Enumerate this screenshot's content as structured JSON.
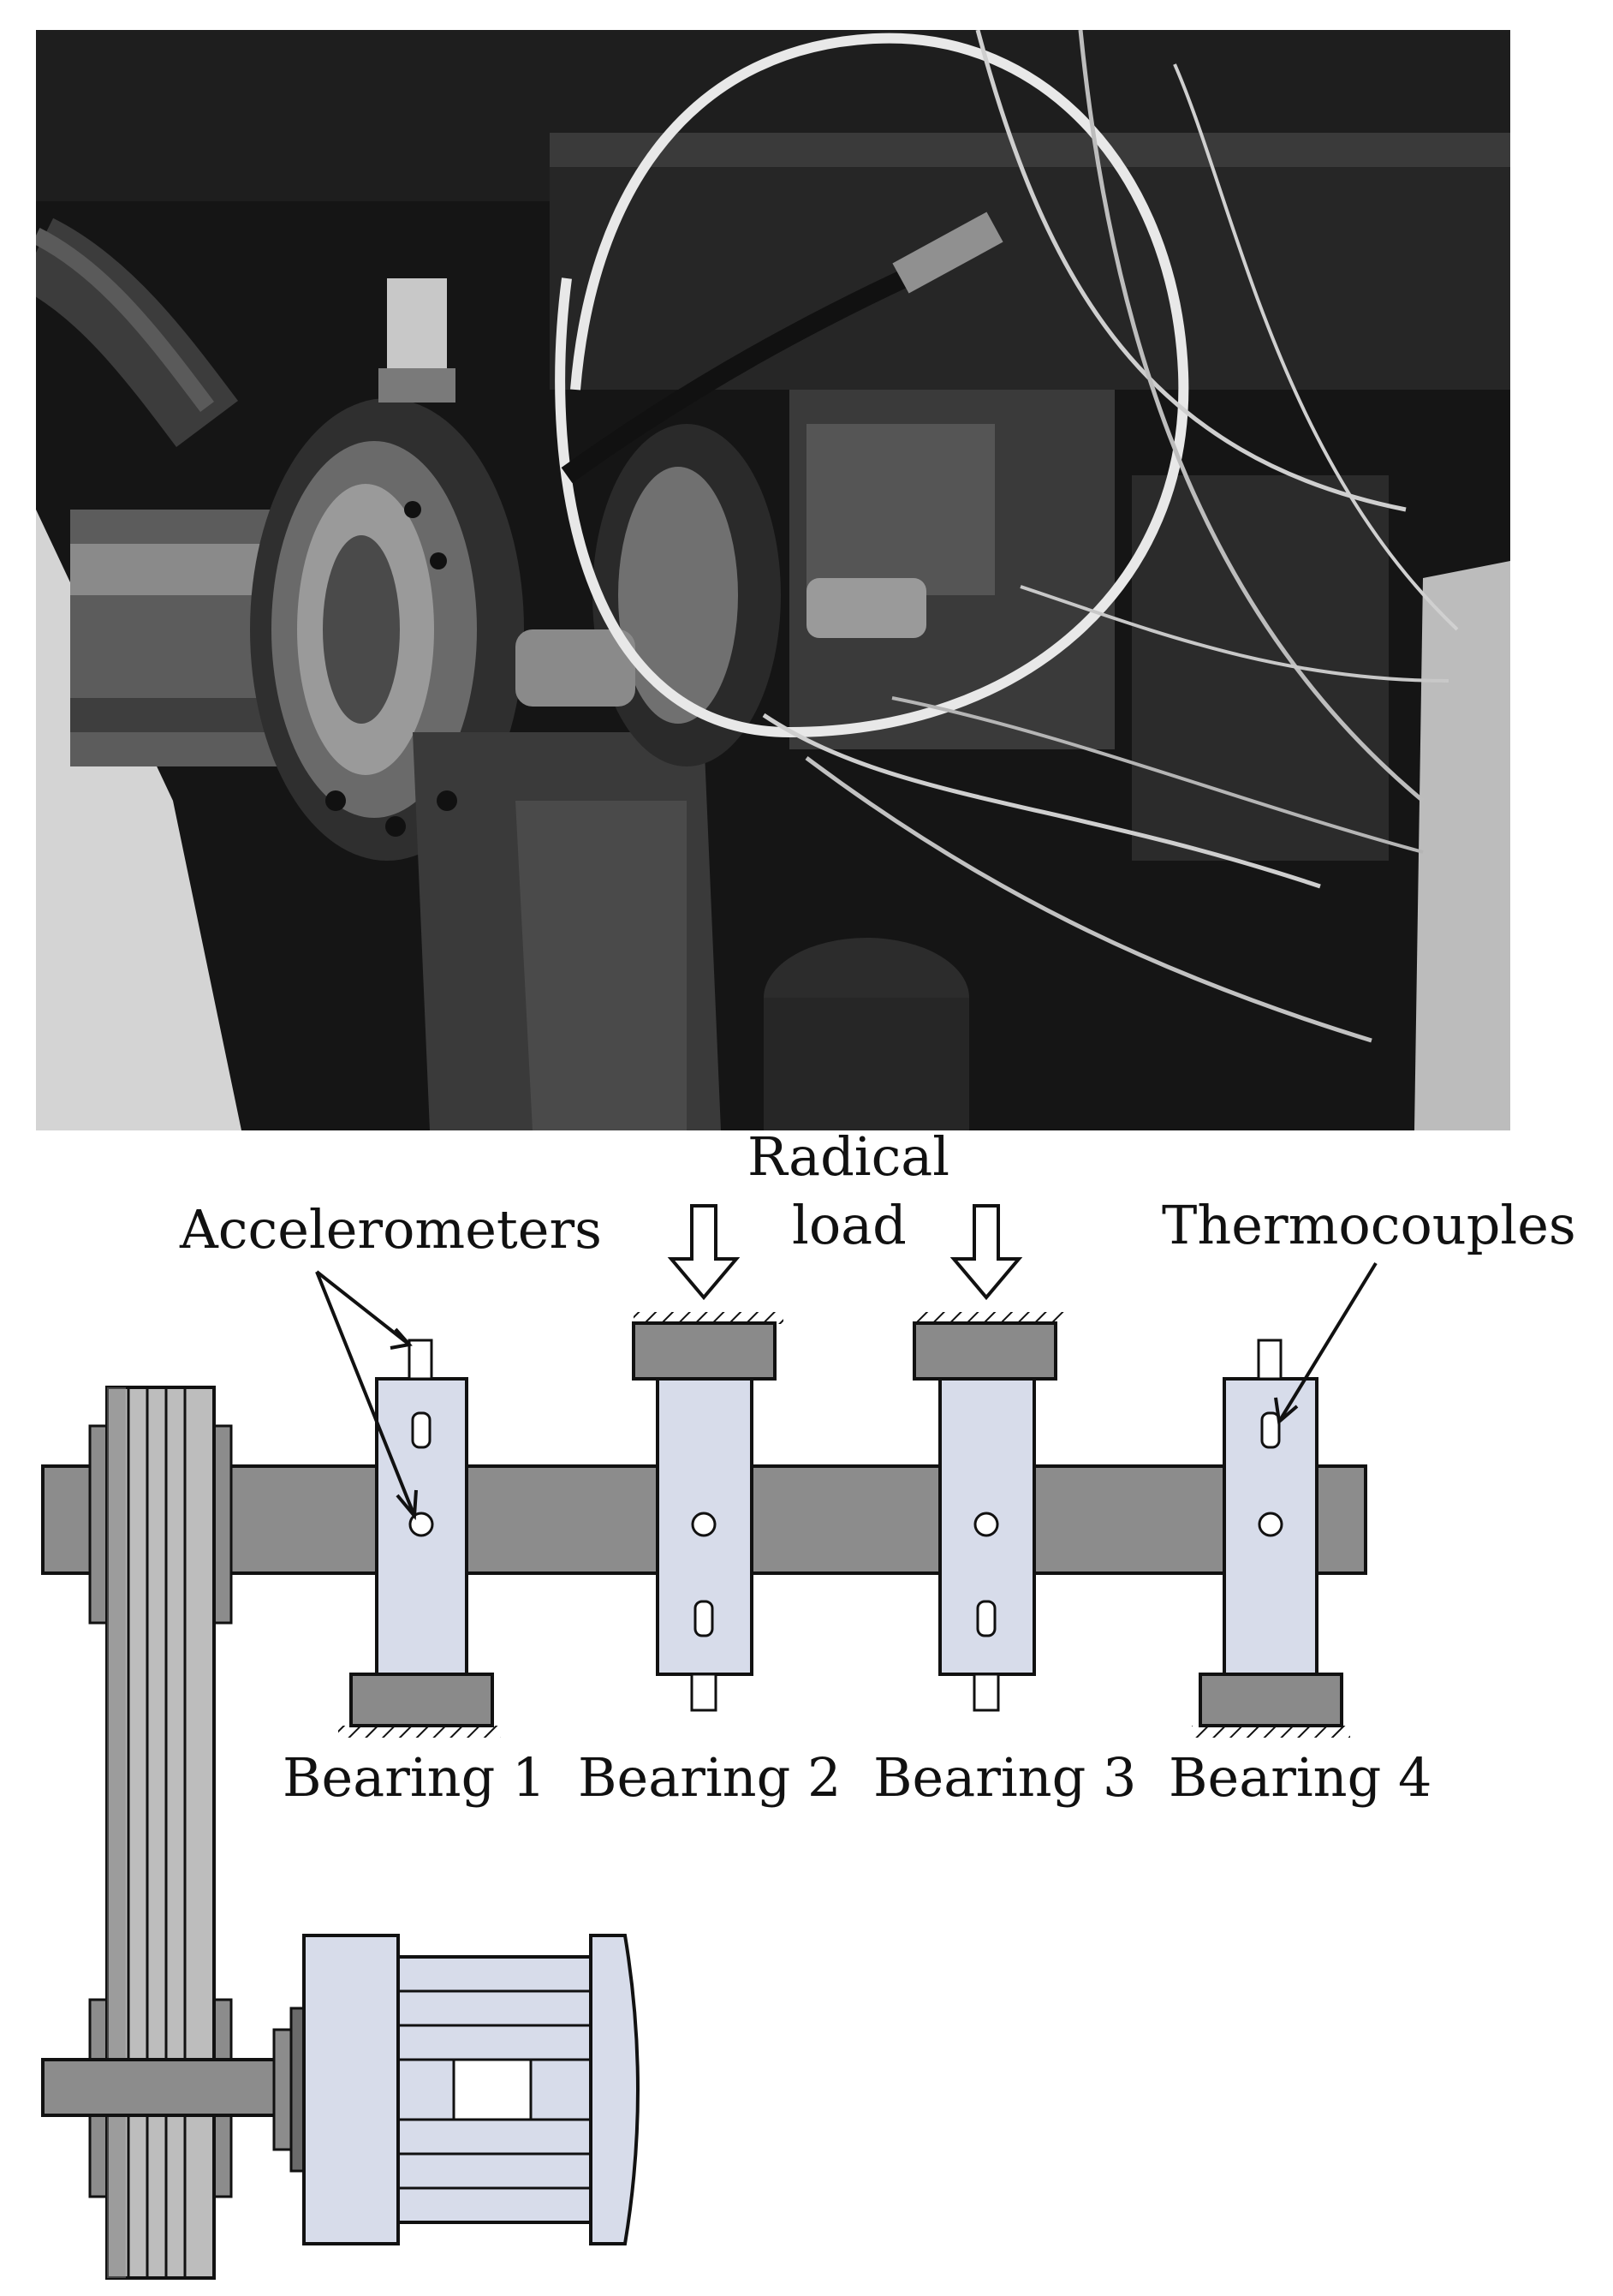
{
  "photo": {
    "alt": "Photograph of the bearing test rig"
  },
  "labels": {
    "radical": "Radical",
    "load": "load",
    "accelerometers": "Accelerometers",
    "thermocouples": "Thermocouples"
  },
  "bearings": [
    {
      "label": "Bearing 1"
    },
    {
      "label": "Bearing 2"
    },
    {
      "label": "Bearing 3"
    },
    {
      "label": "Bearing 4"
    }
  ],
  "colors": {
    "shaft": "#8c8c8c",
    "housing": "#d7dcea",
    "base": "#8a8a8a",
    "belt": "#bdbdbd",
    "motor": "#d7dcea",
    "outline": "#111111",
    "photo_bg": "#151515"
  }
}
